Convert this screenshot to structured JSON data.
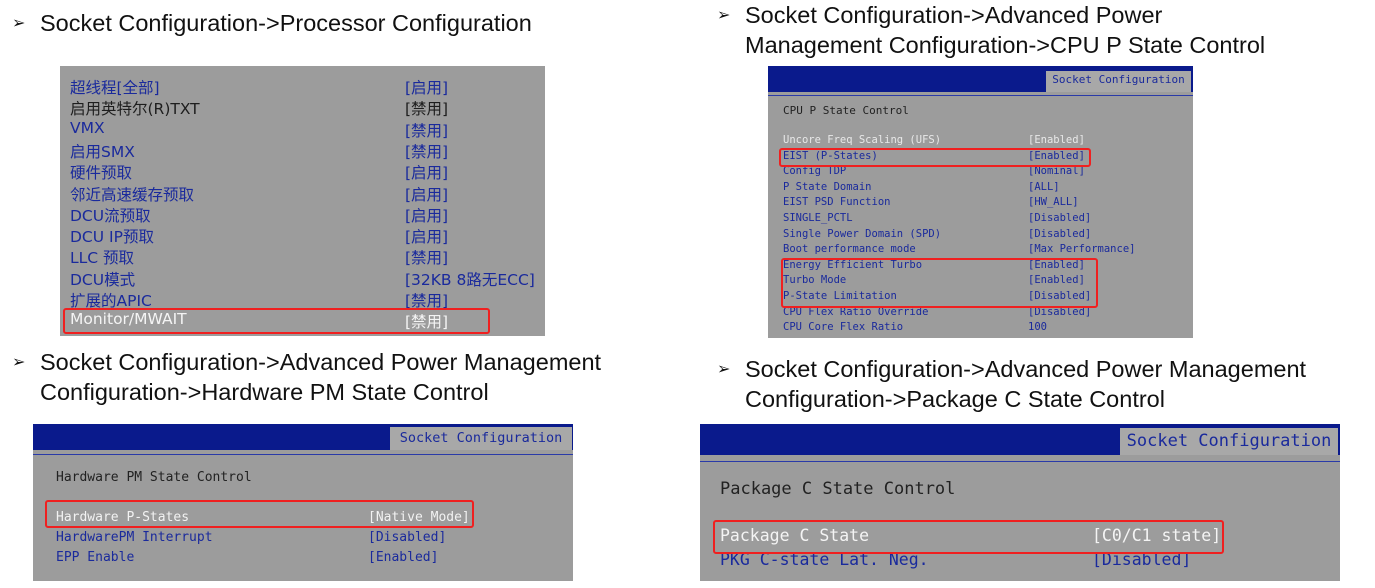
{
  "sections": [
    {
      "heading": "Socket Configuration->Processor Configuration"
    },
    {
      "heading_line1": "Socket Configuration->Advanced Power",
      "heading_line2": "Management Configuration->CPU P State Control"
    },
    {
      "heading_line1": "Socket Configuration->Advanced Power Management",
      "heading_line2": "Configuration->Hardware PM State Control"
    },
    {
      "heading_line1": "Socket Configuration->Advanced Power Management",
      "heading_line2": "Configuration->Package C State Control"
    }
  ],
  "bullet_icon": "arrow-bullet",
  "colors": {
    "panel_bg": "#9c9c9c",
    "bios_blue": "#0a1a8c",
    "item_text": "#1a2a9c",
    "highlight_box": "#f02020"
  },
  "panel1": {
    "rows": [
      {
        "label": "超线程[全部]",
        "value": "[启用]"
      },
      {
        "label": "启用英特尔(R)TXT",
        "value": "[禁用]"
      },
      {
        "label": "VMX",
        "value": "[禁用]"
      },
      {
        "label": "启用SMX",
        "value": "[禁用]"
      },
      {
        "label": "硬件预取",
        "value": "[启用]"
      },
      {
        "label": "邻近高速缓存预取",
        "value": "[启用]"
      },
      {
        "label": "DCU流预取",
        "value": "[启用]"
      },
      {
        "label": "DCU IP预取",
        "value": "[启用]"
      },
      {
        "label": "LLC 预取",
        "value": "[禁用]"
      },
      {
        "label": "DCU模式",
        "value": "[32KB 8路无ECC]"
      },
      {
        "label": "扩展的APIC",
        "value": "[禁用]"
      },
      {
        "label": "Monitor/MWAIT",
        "value": "[禁用]"
      }
    ]
  },
  "panel2": {
    "tab": "Socket Configuration",
    "title": "CPU P State Control",
    "rows": [
      {
        "label": "Uncore Freq Scaling (UFS)",
        "value": "[Enabled]"
      },
      {
        "label": "EIST (P-States)",
        "value": "[Enabled]"
      },
      {
        "label": "Config TDP",
        "value": "[Nominal]"
      },
      {
        "label": "P State Domain",
        "value": "[ALL]"
      },
      {
        "label": "EIST PSD Function",
        "value": "[HW_ALL]"
      },
      {
        "label": "SINGLE_PCTL",
        "value": "[Disabled]"
      },
      {
        "label": "Single Power Domain (SPD)",
        "value": "[Disabled]"
      },
      {
        "label": "Boot performance mode",
        "value": "[Max Performance]"
      },
      {
        "label": "Energy Efficient Turbo",
        "value": "[Enabled]"
      },
      {
        "label": "Turbo Mode",
        "value": "[Enabled]"
      },
      {
        "label": "P-State Limitation",
        "value": "[Disabled]"
      },
      {
        "label": "CPU Flex Ratio Override",
        "value": "[Disabled]"
      },
      {
        "label": "CPU Core Flex Ratio",
        "value": "100"
      }
    ]
  },
  "panel3": {
    "tab": "Socket Configuration",
    "title": "Hardware PM State Control",
    "rows": [
      {
        "label": "Hardware P-States",
        "value": "[Native Mode]"
      },
      {
        "label": "HardwarePM Interrupt",
        "value": "[Disabled]"
      },
      {
        "label": "EPP Enable",
        "value": "[Enabled]"
      }
    ]
  },
  "panel4": {
    "tab": "Socket Configuration",
    "title": "Package C State Control",
    "rows": [
      {
        "label": "Package C State",
        "value": "[C0/C1 state]"
      },
      {
        "label": "PKG C-state Lat. Neg.",
        "value": "[Disabled]"
      }
    ]
  }
}
